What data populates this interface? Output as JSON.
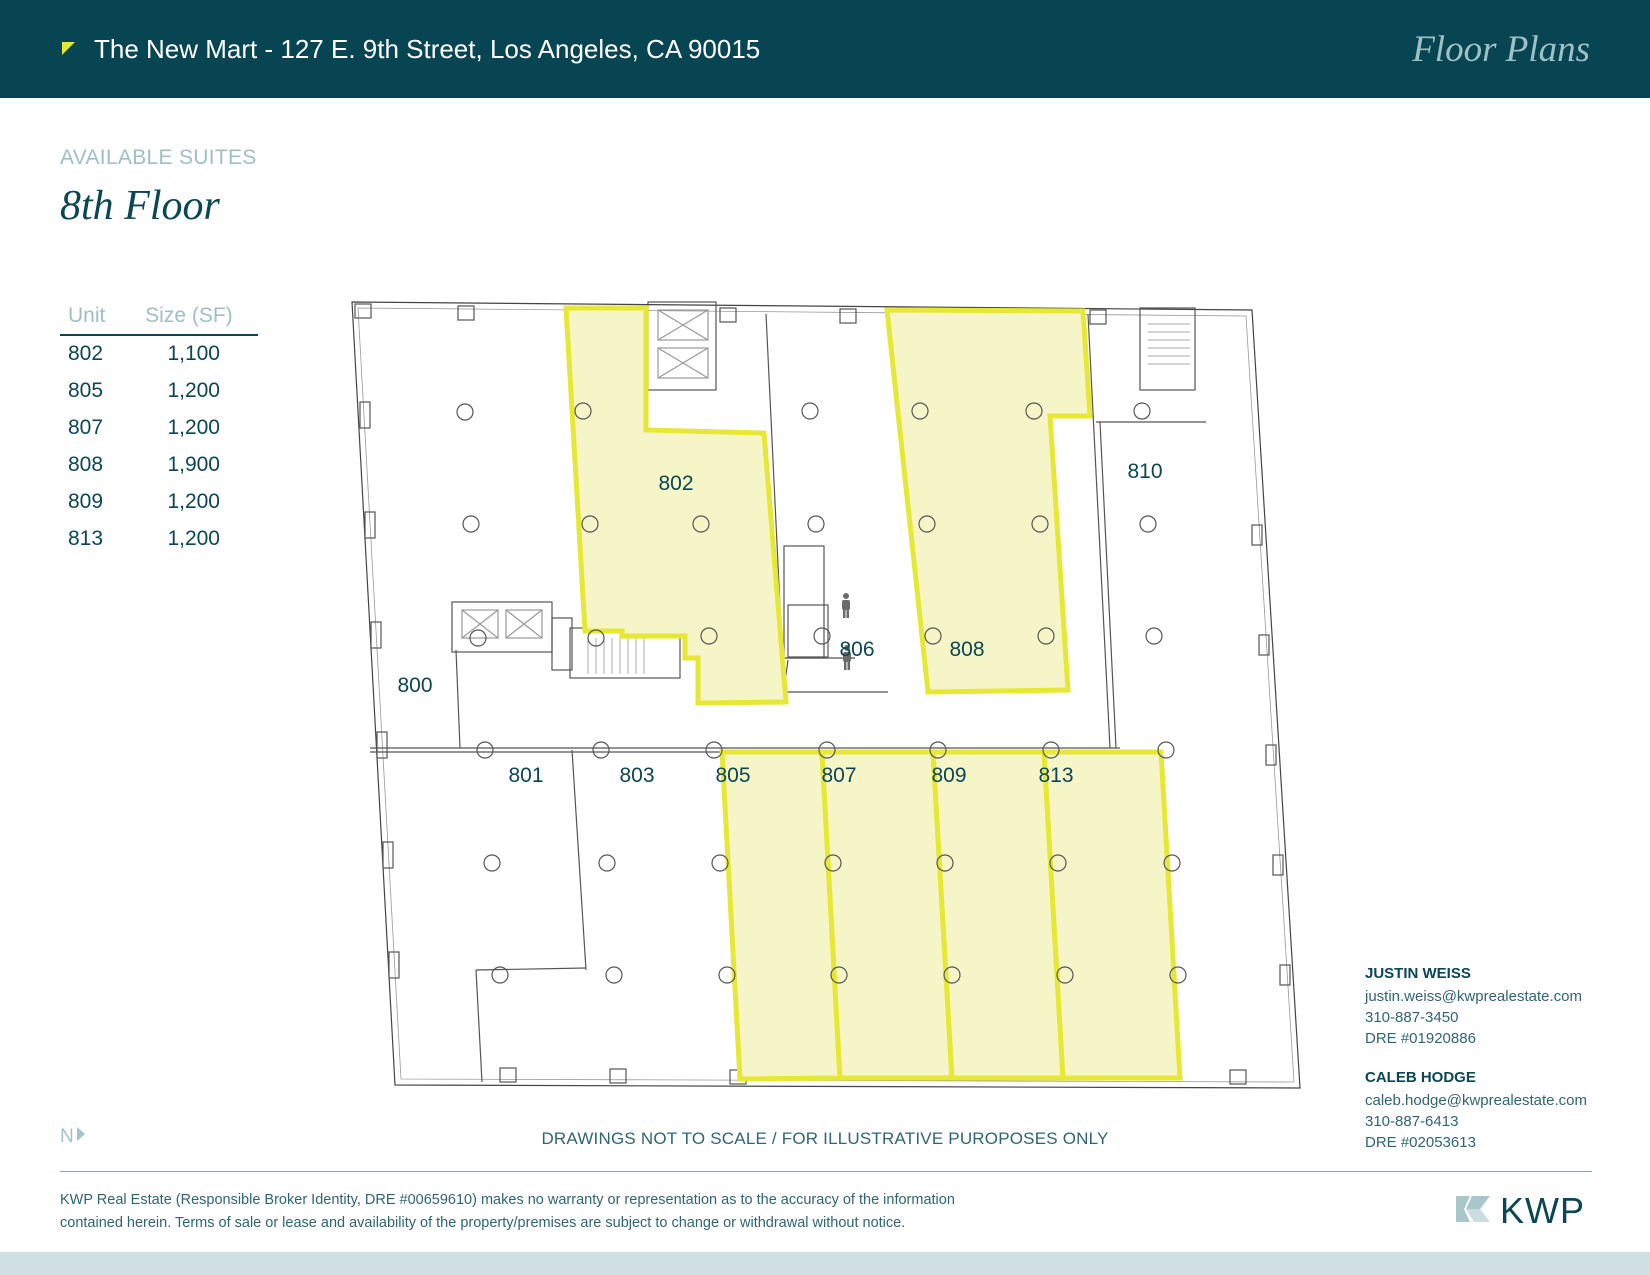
{
  "header": {
    "title": "The New Mart - 127 E. 9th Street, Los Angeles, CA 90015",
    "section": "Floor Plans",
    "flag_icon": "yellow-triangle-flag"
  },
  "page": {
    "subtitle": "AVAILABLE SUITES",
    "floor_title": "8th Floor"
  },
  "unit_table": {
    "columns": [
      "Unit",
      "Size (SF)"
    ],
    "rows": [
      {
        "unit": "802",
        "size": "1,100"
      },
      {
        "unit": "805",
        "size": "1,200"
      },
      {
        "unit": "807",
        "size": "1,200"
      },
      {
        "unit": "808",
        "size": "1,900"
      },
      {
        "unit": "809",
        "size": "1,200"
      },
      {
        "unit": "813",
        "size": "1,200"
      }
    ]
  },
  "floor_plan": {
    "highlight_color": "#e6e835",
    "highlight_fill": "#f6f5c8",
    "available_units": [
      "802",
      "805",
      "807",
      "808",
      "809",
      "813"
    ],
    "labels": {
      "u800": "800",
      "u801": "801",
      "u802": "802",
      "u803": "803",
      "u805": "805",
      "u806": "806",
      "u807": "807",
      "u808": "808",
      "u809": "809",
      "u810": "810",
      "u813": "813"
    },
    "restroom_icons": [
      "restroom-person-icon",
      "restroom-person-icon"
    ]
  },
  "compass": {
    "label": "N",
    "icon": "north-arrow-icon"
  },
  "note": "DRAWINGS NOT TO SCALE / FOR ILLUSTRATIVE PUROPOSES ONLY",
  "contacts": [
    {
      "name": "JUSTIN WEISS",
      "email": "justin.weiss@kwprealestate.com",
      "phone": "310-887-3450",
      "dre": "DRE #01920886"
    },
    {
      "name": "CALEB HODGE",
      "email": "caleb.hodge@kwprealestate.com",
      "phone": "310-887-6413",
      "dre": "DRE #02053613"
    }
  ],
  "footer": {
    "disclaimer_line1": "KWP Real Estate (Responsible Broker Identity, DRE #00659610) makes no warranty or representation as to the accuracy of the information",
    "disclaimer_line2": "contained herein. Terms of sale or lease and availability of the property/premises are subject to change or withdrawal without notice.",
    "logo_text": "KWP"
  },
  "colors": {
    "header_bg": "#084552",
    "accent_yellow": "#e6e835",
    "text_dark": "#0b4654",
    "text_muted": "#9fbfc3",
    "bottom_band": "#d0e0e2"
  }
}
